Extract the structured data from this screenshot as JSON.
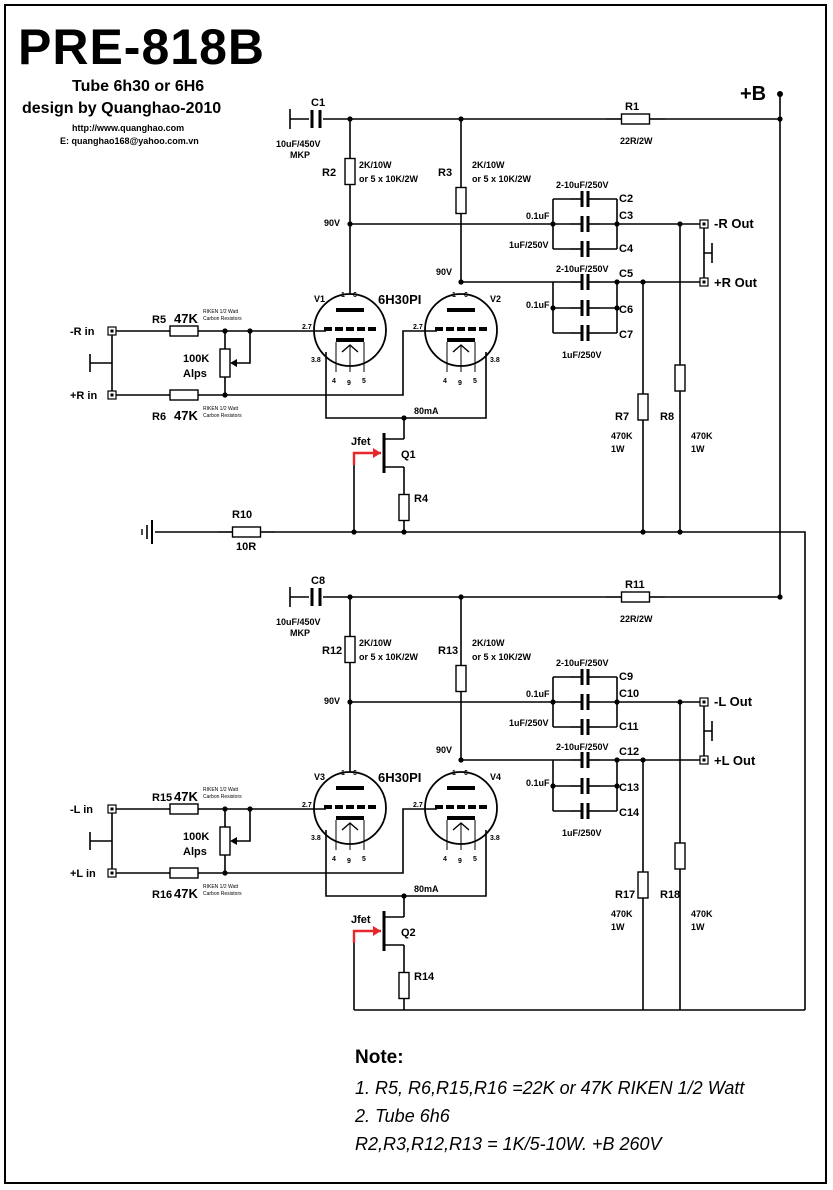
{
  "header": {
    "title": "PRE-818B",
    "subtitle": "Tube 6h30 or 6H6",
    "designer": "design by Quanghao-2010",
    "website": "http://www.quanghao.com",
    "email": "E: quanghao168@yahoo.com.vn"
  },
  "supply": {
    "label": "+B"
  },
  "tube_type": "6H30PI",
  "channel_r": {
    "c_in": "C1",
    "c_in_val": "10uF/450V",
    "c_in_type": "MKP",
    "r_supply": "R1",
    "r_supply_val": "22R/2W",
    "r_plate_a": "R2",
    "r_plate_b": "R3",
    "r_plate_val": "2K/10W",
    "r_plate_alt": "or 5 x 10K/2W",
    "v1": "90V",
    "v2": "90V",
    "c_a": "C2",
    "c_b": "C3",
    "c_c": "C4",
    "c_d": "C5",
    "c_e": "C6",
    "c_f": "C7",
    "c_big": "2-10uF/250V",
    "c_small": "0.1uF",
    "c_mid": "1uF/250V",
    "out_neg": "-R Out",
    "out_pos": "+R Out",
    "tube_a": "V1",
    "tube_b": "V2",
    "r_in_a": "R5",
    "r_in_b": "R6",
    "r_in_val": "47K",
    "riken": "RIKEN  1/2 Watt",
    "riken2": "Carbon Resistors",
    "pot": "100K",
    "pot2": "Alps",
    "in_neg": "-R in",
    "in_pos": "+R in",
    "current": "80mA",
    "jfet": "Jfet",
    "q": "Q1",
    "rs": "R4",
    "r_bleed_a": "R7",
    "r_bleed_b": "R8",
    "r_bleed_val": "470K",
    "r_bleed_w": "1W"
  },
  "channel_l": {
    "c_in": "C8",
    "c_in_val": "10uF/450V",
    "c_in_type": "MKP",
    "r_supply": "R11",
    "r_supply_val": "22R/2W",
    "r_plate_a": "R12",
    "r_plate_b": "R13",
    "r_plate_val": "2K/10W",
    "r_plate_alt": "or 5 x 10K/2W",
    "v1": "90V",
    "v2": "90V",
    "c_a": "C9",
    "c_b": "C10",
    "c_c": "C11",
    "c_d": "C12",
    "c_e": "C13",
    "c_f": "C14",
    "c_big": "2-10uF/250V",
    "c_small": "0.1uF",
    "c_mid": "1uF/250V",
    "out_neg": "-L Out",
    "out_pos": "+L Out",
    "tube_a": "V3",
    "tube_b": "V4",
    "r_in_a": "R15",
    "r_in_b": "R16",
    "r_in_val": "47K",
    "riken": "RIKEN  1/2 Watt",
    "riken2": "Carbon Resistors",
    "pot": "100K",
    "pot2": "Alps",
    "in_neg": "-L in",
    "in_pos": "+L in",
    "current": "80mA",
    "jfet": "Jfet",
    "q": "Q2",
    "rs": "R14",
    "r_bleed_a": "R17",
    "r_bleed_b": "R18",
    "r_bleed_val": "470K",
    "r_bleed_w": "1W"
  },
  "ground": {
    "r": "R10",
    "val": "10R"
  },
  "pins": {
    "p1": "1",
    "p6": "6",
    "p27": "2.7",
    "p38": "3.8",
    "p4": "4",
    "p9": "9",
    "p5": "5"
  },
  "notes": {
    "heading": "Note:",
    "line1": "1. R5, R6,R15,R16 =22K or 47K RIKEN  1/2 Watt",
    "line2": "2. Tube 6h6",
    "line3": "R2,R3,R12,R13 = 1K/5-10W.  +B 260V"
  },
  "colors": {
    "ink": "#000000",
    "jfet": "#e8262b"
  }
}
